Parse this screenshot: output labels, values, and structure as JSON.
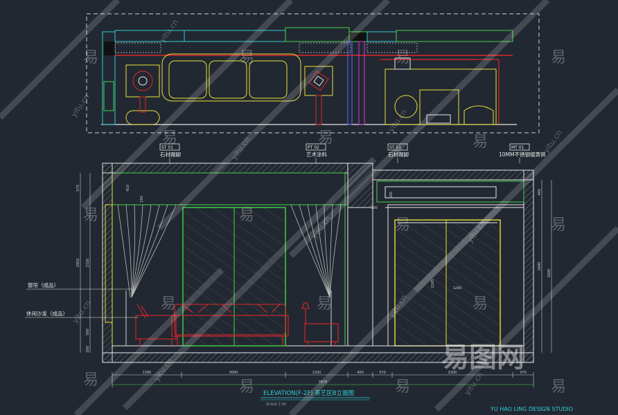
{
  "colors": {
    "background": "#222831",
    "white": "#e8e8e8",
    "yellow": "#e8e23a",
    "green": "#3fd64a",
    "cyan": "#2fd0d8",
    "red": "#e0262a",
    "magenta": "#d83ad8",
    "blue": "#5a6cff",
    "hatch": "#9a9a9a"
  },
  "callouts": {
    "stone_skirting_left": {
      "code": "ST 01",
      "text": "石材踢脚"
    },
    "art_paint": {
      "code": "PT 02",
      "text": "艺术涂料"
    },
    "stone_skirting_right": {
      "code": "ST 01",
      "text": "石材踢脚"
    },
    "metal_trim": {
      "code": "MT 01",
      "text": "10MM不锈钢镀黄铜"
    }
  },
  "side_labels": {
    "curtain": "窗帘（成品）",
    "sofa": "休闲沙发（成品）"
  },
  "dimensions": {
    "bottom": [
      "1390",
      "3000",
      "1200",
      "400",
      "570",
      "2300",
      "370"
    ],
    "bottom_total": "7870",
    "left_vertical": [
      "570",
      "2910",
      "2150",
      "500",
      "200"
    ],
    "right_vertical": [
      "440",
      "2840",
      "3600"
    ],
    "inner": [
      "410",
      "150",
      "300",
      "600",
      "2245",
      "1200"
    ]
  },
  "title_block": {
    "title": "ELEVATION(F-2F)  茶艺区B立面图",
    "scale": "SCALE  1:30",
    "studio": "YU HAO LING DESIGN STUDIO"
  },
  "watermarks": {
    "glyph": "易",
    "site": "yitu.cn",
    "brand": "易图网"
  }
}
